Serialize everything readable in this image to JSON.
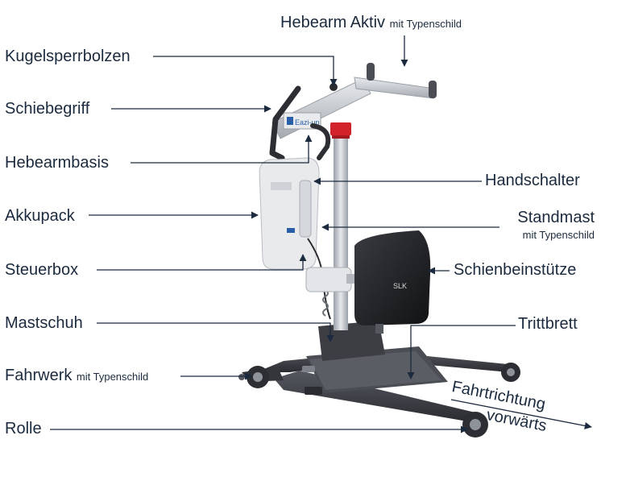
{
  "labels": {
    "hebearm_aktiv": "Hebearm Aktiv",
    "hebearm_aktiv_sub": "mit Typenschild",
    "kugelsperrbolzen": "Kugelsperrbolzen",
    "schiebegriff": "Schiebegriff",
    "hebearmbasis": "Hebearmbasis",
    "handschalter": "Handschalter",
    "akkupack": "Akkupack",
    "standmast": "Standmast",
    "standmast_sub": "mit Typenschild",
    "steuerbox": "Steuerbox",
    "schienbeinstuetze": "Schienbeinstütze",
    "mastschuh": "Mastschuh",
    "trittbrett": "Trittbrett",
    "fahrwerk": "Fahrwerk",
    "fahrwerk_sub": "mit Typenschild",
    "rolle": "Rolle",
    "fahrtrichtung_1": "Fahrtrichtung",
    "fahrtrichtung_2": "vorwärts"
  },
  "device": {
    "brand_text": "Eazi-up",
    "pad_text": "SLK"
  },
  "colors": {
    "text": "#1b2a3e",
    "line": "#1b2a3e",
    "frame": "#3a3c42",
    "metal": "#c9ccd1",
    "pad": "#1c1d20",
    "red": "#d2232a",
    "blue": "#2b5ea8"
  }
}
